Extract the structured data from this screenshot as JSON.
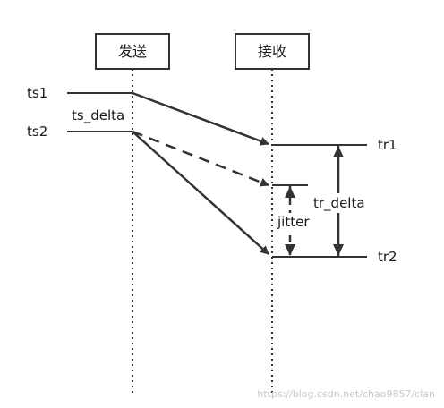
{
  "participants": {
    "sender": "发送",
    "receiver": "接收"
  },
  "labels": {
    "ts1": "ts1",
    "ts2": "ts2",
    "ts_delta": "ts_delta",
    "tr1": "tr1",
    "tr2": "tr2",
    "tr_delta": "tr_delta",
    "jitter": "jitter"
  },
  "watermark": "https://blog.csdn.net/chao9857/clan",
  "colors": {
    "line": "#333333",
    "box_border": "#333333",
    "text": "#1a1a1a",
    "watermark": "#c8c8c8"
  }
}
